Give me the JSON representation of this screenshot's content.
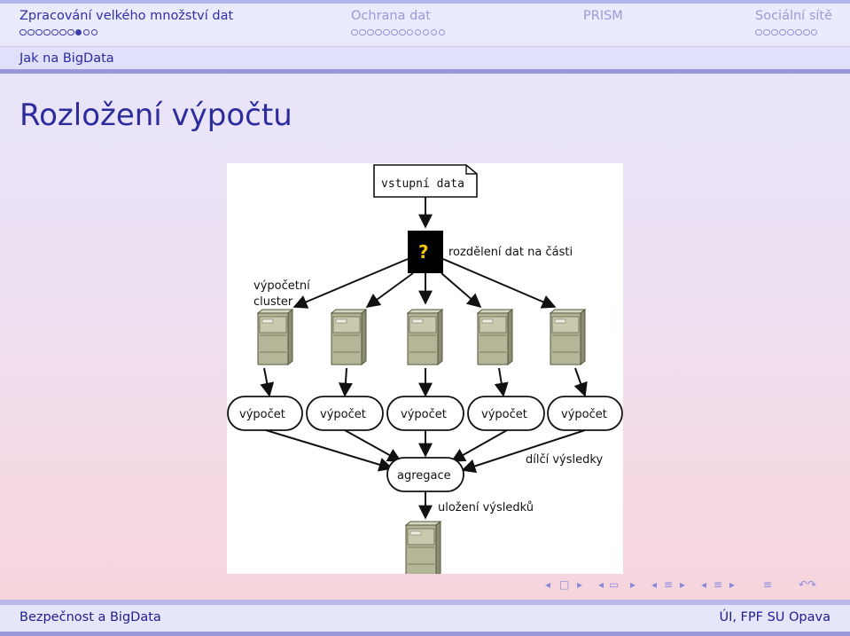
{
  "header": {
    "sections": [
      {
        "title": "Zpracování velkého množství dat",
        "current": true,
        "dots": 10,
        "active_dot": 7
      },
      {
        "title": "Ochrana dat",
        "current": false,
        "dots": 12,
        "active_dot": -1
      },
      {
        "title": "PRISM",
        "current": false,
        "dots": 0,
        "active_dot": -1
      },
      {
        "title": "Sociální sítě",
        "current": false,
        "dots": 8,
        "active_dot": -1
      }
    ],
    "subsection": "Jak na BigData"
  },
  "frame": {
    "title": "Rozložení výpočtu"
  },
  "diagram": {
    "input_label": "vstupní data",
    "split_symbol": "?",
    "split_label": "rozdělení dat na části",
    "cluster_label_line1": "výpočetní",
    "cluster_label_line2": "cluster",
    "compute_labels": [
      "výpočet",
      "výpočet",
      "výpočet",
      "výpočet",
      "výpočet"
    ],
    "partial_results_label": "dílčí výsledky",
    "aggregate_label": "agregace",
    "store_label": "uložení výsledků"
  },
  "nav_symbols": {
    "frame_prev": "◂",
    "frame_icon": "□",
    "frame_next": "▸",
    "sub_prev": "◂",
    "sub_next": "▸",
    "sec_prev": "◂",
    "sec_next": "▸",
    "ssec_prev": "◂",
    "ssec_next": "▸",
    "align": "≡",
    "search": "↶↷"
  },
  "footer": {
    "left": "Bezpečnost a BigData",
    "right": "ÚI, FPF SU Opava"
  },
  "colors": {
    "accent": "#2c2c9c",
    "bar_dark": "#9898d8",
    "server_body": "#b8b89a"
  }
}
